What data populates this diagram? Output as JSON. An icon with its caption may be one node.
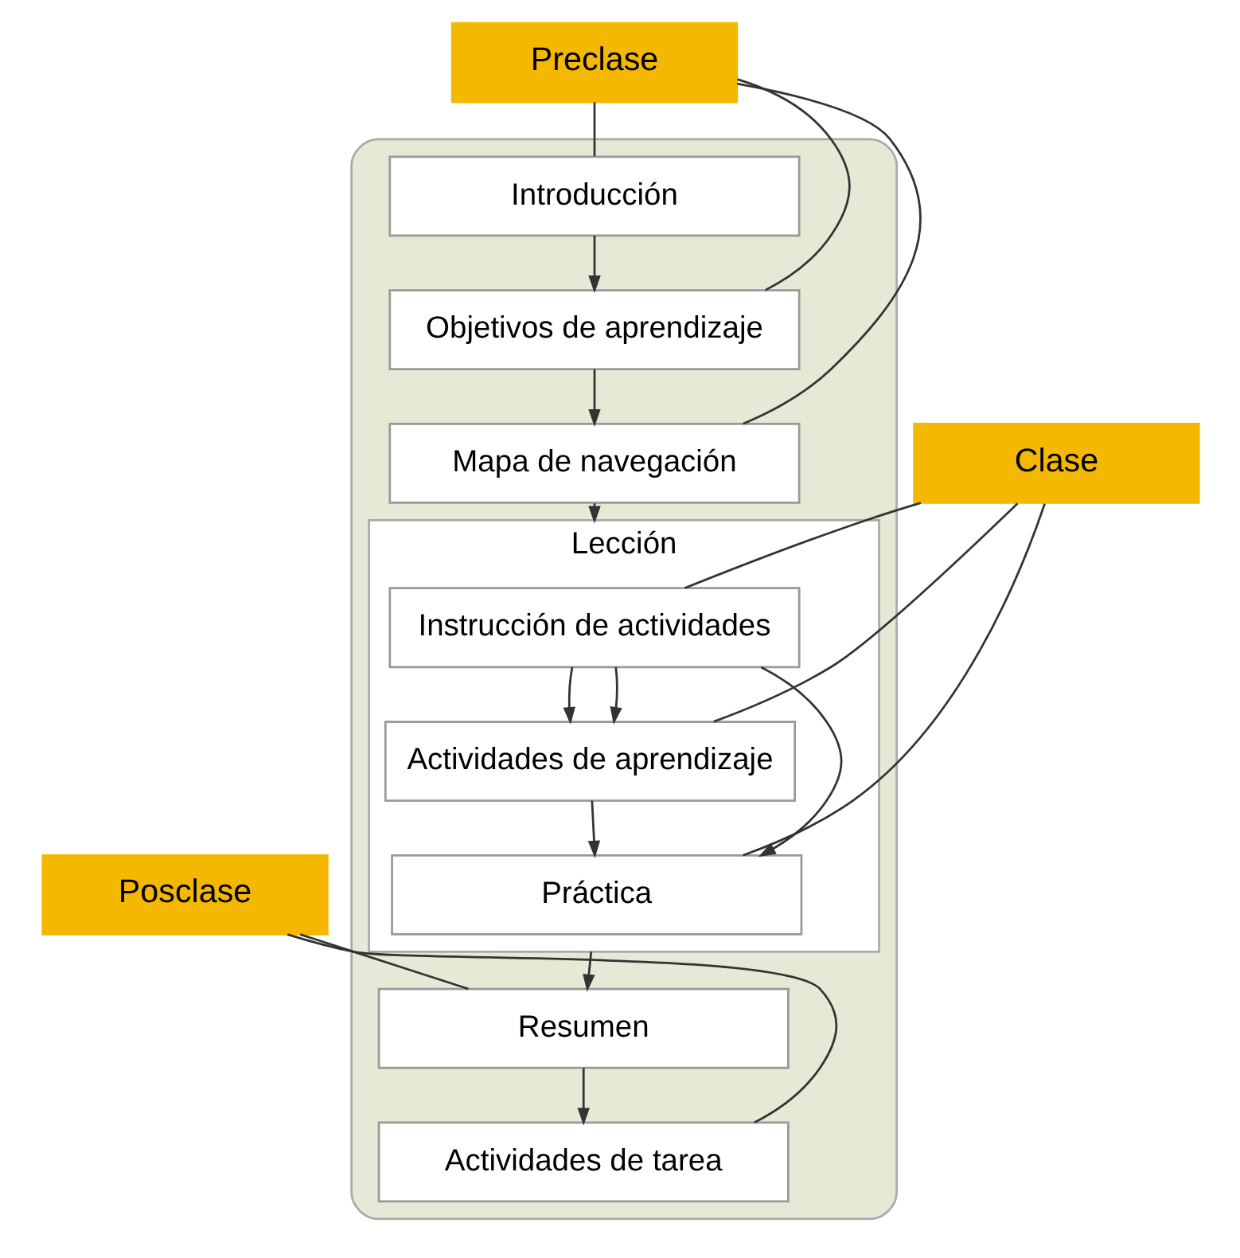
{
  "diagram": {
    "nodes": [
      {
        "text": [],
        "shape": "box"
      },
      {
        "text": [
          "Introducción"
        ],
        "in": 0
      },
      {
        "text": [
          "Objetivos de aprendizaje"
        ],
        "in": 0
      },
      {
        "text": [
          "Mapa de navegación"
        ],
        "in": 0
      },
      {
        "text": [
          "Lección"
        ],
        "in": 0
      },
      {
        "text": [
          "Instrucción de actividades"
        ],
        "in": 4
      },
      {
        "text": [
          "Actividades de aprendizaje"
        ],
        "in": 4
      },
      {
        "text": [
          "Práctica"
        ],
        "in": 4
      },
      {
        "text": [
          "Resumen"
        ],
        "in": 0
      },
      {
        "text": [
          "Actividades de tarea"
        ],
        "in": 0
      },
      {
        "text": [
          "Preclase"
        ]
      },
      {
        "text": [
          "Clase"
        ]
      },
      {
        "text": [
          "Posclase"
        ]
      }
    ],
    "edges": [
      {
        "from": 1,
        "to": 2,
        "arrow": "to"
      },
      {
        "from": 2,
        "to": 3,
        "arrow": "to"
      },
      {
        "from": 3,
        "to": 4,
        "arrow": "to"
      },
      {
        "from": 5,
        "to": 6,
        "arrow": "to"
      },
      {
        "from": 6,
        "to": 7,
        "arrow": "to"
      },
      {
        "from": 5,
        "to": 6,
        "arrow": "to"
      },
      {
        "from": 5,
        "to": 7,
        "arrow": "to"
      },
      {
        "from": 4,
        "to": 8,
        "arrow": "to"
      },
      {
        "from": 8,
        "to": 9,
        "arrow": "to"
      },
      {
        "from": 10,
        "to": 1,
        "arrow": "none"
      },
      {
        "from": 10,
        "to": 2,
        "arrow": "none"
      },
      {
        "from": 10,
        "to": 3,
        "arrow": "none"
      },
      {
        "from": 11,
        "to": 5,
        "arrow": "none"
      },
      {
        "from": 11,
        "to": 6,
        "arrow": "none"
      },
      {
        "from": 11,
        "to": 7,
        "arrow": "none"
      },
      {
        "from": 12,
        "to": 8,
        "arrow": "none"
      },
      {
        "from": 12,
        "to": 9,
        "arrow": "none"
      }
    ]
  }
}
